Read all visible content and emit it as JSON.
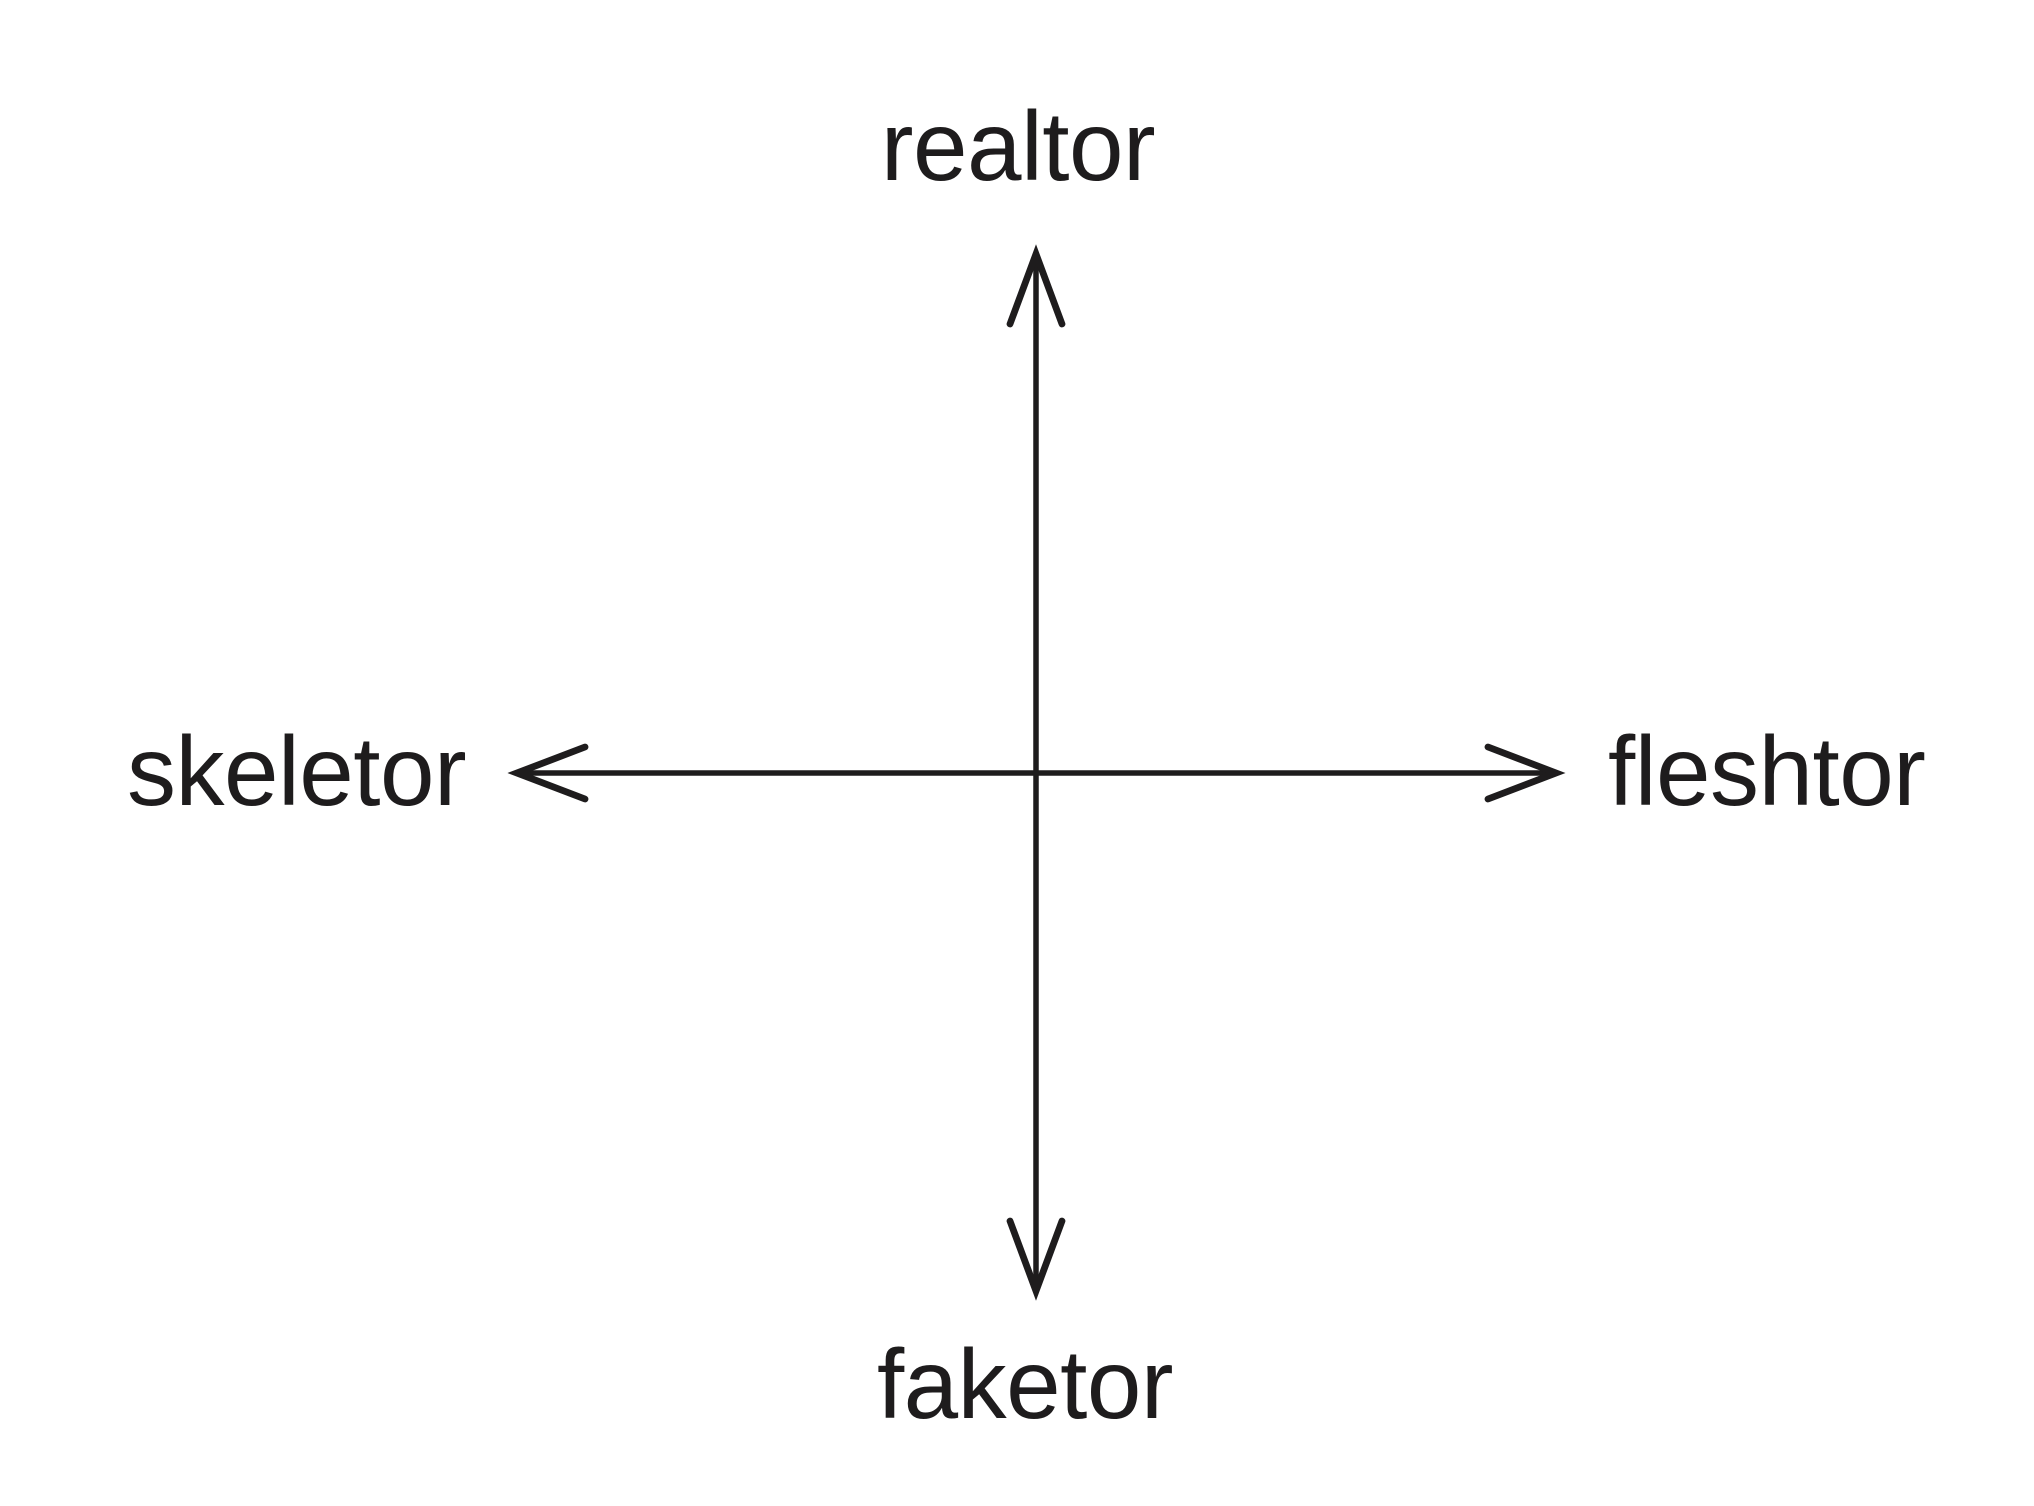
{
  "diagram": {
    "type": "two-axis-compass",
    "axes": {
      "vertical": {
        "top_label": "realtor",
        "bottom_label": "faketor"
      },
      "horizontal": {
        "left_label": "skeletor",
        "right_label": "fleshtor"
      }
    },
    "colors": {
      "ink": "#1e1c1d",
      "background": "#ffffff"
    }
  }
}
